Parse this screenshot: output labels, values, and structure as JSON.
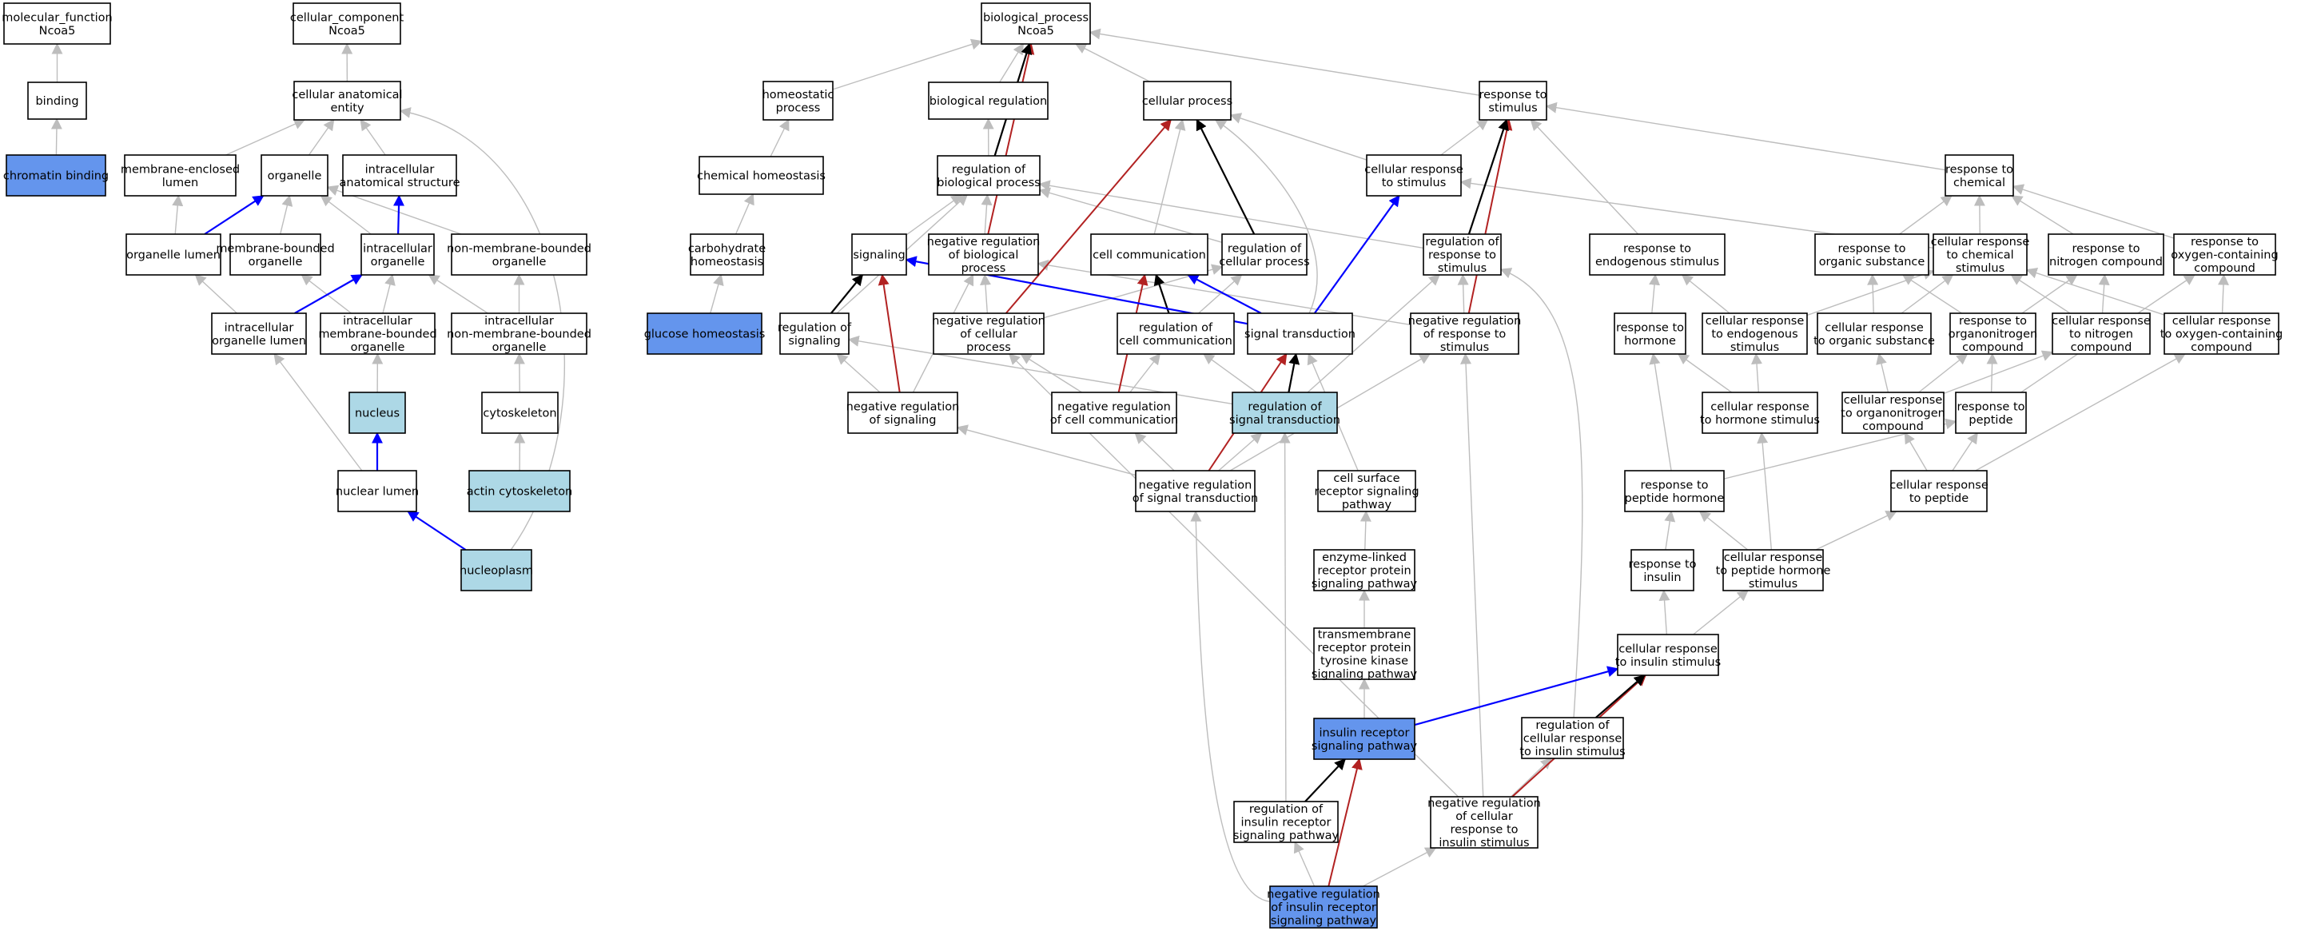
{
  "colors": {
    "node_default": "#ffffff",
    "node_light": "#add8e6",
    "node_dark": "#6495ed",
    "edge_gray": "#bdbdbd",
    "edge_black": "#000000",
    "edge_blue": "#0000ff",
    "edge_red": "#b22222"
  },
  "nodes": [
    {
      "id": "mf",
      "lines": [
        "molecular_function",
        "Ncoa5"
      ],
      "fill": "default"
    },
    {
      "id": "binding",
      "lines": [
        "binding"
      ],
      "fill": "default"
    },
    {
      "id": "chromatin_binding",
      "lines": [
        "chromatin binding"
      ],
      "fill": "dark"
    },
    {
      "id": "cc",
      "lines": [
        "cellular_component",
        "Ncoa5"
      ],
      "fill": "default"
    },
    {
      "id": "cae",
      "lines": [
        "cellular anatomical",
        "entity"
      ],
      "fill": "default"
    },
    {
      "id": "mel",
      "lines": [
        "membrane-enclosed",
        "lumen"
      ],
      "fill": "default"
    },
    {
      "id": "organelle",
      "lines": [
        "organelle"
      ],
      "fill": "default"
    },
    {
      "id": "ias",
      "lines": [
        "intracellular",
        "anatomical structure"
      ],
      "fill": "default"
    },
    {
      "id": "org_lumen",
      "lines": [
        "organelle lumen"
      ],
      "fill": "default"
    },
    {
      "id": "mbo",
      "lines": [
        "membrane-bounded",
        "organelle"
      ],
      "fill": "default"
    },
    {
      "id": "io",
      "lines": [
        "intracellular",
        "organelle"
      ],
      "fill": "default"
    },
    {
      "id": "nmbo",
      "lines": [
        "non-membrane-bounded",
        "organelle"
      ],
      "fill": "default"
    },
    {
      "id": "iol",
      "lines": [
        "intracellular",
        "organelle lumen"
      ],
      "fill": "default"
    },
    {
      "id": "imbo",
      "lines": [
        "intracellular",
        "membrane-bounded",
        "organelle"
      ],
      "fill": "default"
    },
    {
      "id": "inmbo",
      "lines": [
        "intracellular",
        "non-membrane-bounded",
        "organelle"
      ],
      "fill": "default"
    },
    {
      "id": "nucleus",
      "lines": [
        "nucleus"
      ],
      "fill": "light"
    },
    {
      "id": "cytoskeleton",
      "lines": [
        "cytoskeleton"
      ],
      "fill": "default"
    },
    {
      "id": "nuclear_lumen",
      "lines": [
        "nuclear lumen"
      ],
      "fill": "default"
    },
    {
      "id": "actin_cyto",
      "lines": [
        "actin cytoskeleton"
      ],
      "fill": "light"
    },
    {
      "id": "nucleoplasm",
      "lines": [
        "nucleoplasm"
      ],
      "fill": "light"
    },
    {
      "id": "bp",
      "lines": [
        "biological_process",
        "Ncoa5"
      ],
      "fill": "default"
    },
    {
      "id": "homeostatic",
      "lines": [
        "homeostatic",
        "process"
      ],
      "fill": "default"
    },
    {
      "id": "bio_reg",
      "lines": [
        "biological regulation"
      ],
      "fill": "default"
    },
    {
      "id": "cell_proc",
      "lines": [
        "cellular process"
      ],
      "fill": "default"
    },
    {
      "id": "resp_stim",
      "lines": [
        "response to",
        "stimulus"
      ],
      "fill": "default"
    },
    {
      "id": "chem_homeo",
      "lines": [
        "chemical homeostasis"
      ],
      "fill": "default"
    },
    {
      "id": "reg_bp",
      "lines": [
        "regulation of",
        "biological process"
      ],
      "fill": "default"
    },
    {
      "id": "cell_resp_stim",
      "lines": [
        "cellular response",
        "to stimulus"
      ],
      "fill": "default"
    },
    {
      "id": "resp_chem",
      "lines": [
        "response to",
        "chemical"
      ],
      "fill": "default"
    },
    {
      "id": "carb_homeo",
      "lines": [
        "carbohydrate",
        "homeostasis"
      ],
      "fill": "default"
    },
    {
      "id": "signaling",
      "lines": [
        "signaling"
      ],
      "fill": "default"
    },
    {
      "id": "neg_reg_bp",
      "lines": [
        "negative regulation",
        "of biological",
        "process"
      ],
      "fill": "default"
    },
    {
      "id": "cell_comm",
      "lines": [
        "cell communication"
      ],
      "fill": "default"
    },
    {
      "id": "reg_cp",
      "lines": [
        "regulation of",
        "cellular process"
      ],
      "fill": "default"
    },
    {
      "id": "reg_resp_stim",
      "lines": [
        "regulation of",
        "response to",
        "stimulus"
      ],
      "fill": "default"
    },
    {
      "id": "resp_endo",
      "lines": [
        "response to",
        "endogenous stimulus"
      ],
      "fill": "default"
    },
    {
      "id": "resp_org",
      "lines": [
        "response to",
        "organic substance"
      ],
      "fill": "default"
    },
    {
      "id": "cell_resp_chem",
      "lines": [
        "cellular response",
        "to chemical",
        "stimulus"
      ],
      "fill": "default"
    },
    {
      "id": "resp_nitro",
      "lines": [
        "response to",
        "nitrogen compound"
      ],
      "fill": "default"
    },
    {
      "id": "resp_oxy",
      "lines": [
        "response to",
        "oxygen-containing",
        "compound"
      ],
      "fill": "default"
    },
    {
      "id": "glucose_homeo",
      "lines": [
        "glucose homeostasis"
      ],
      "fill": "dark"
    },
    {
      "id": "reg_signaling",
      "lines": [
        "regulation of",
        "signaling"
      ],
      "fill": "default"
    },
    {
      "id": "neg_reg_cp",
      "lines": [
        "negative regulation",
        "of cellular",
        "process"
      ],
      "fill": "default"
    },
    {
      "id": "reg_cell_comm",
      "lines": [
        "regulation of",
        "cell communication"
      ],
      "fill": "default"
    },
    {
      "id": "sig_trans",
      "lines": [
        "signal transduction"
      ],
      "fill": "default"
    },
    {
      "id": "neg_reg_resp_stim",
      "lines": [
        "negative regulation",
        "of response to",
        "stimulus"
      ],
      "fill": "default"
    },
    {
      "id": "resp_hormone",
      "lines": [
        "response to",
        "hormone"
      ],
      "fill": "default"
    },
    {
      "id": "cell_resp_endo",
      "lines": [
        "cellular response",
        "to endogenous",
        "stimulus"
      ],
      "fill": "default"
    },
    {
      "id": "cell_resp_org",
      "lines": [
        "cellular response",
        "to organic substance"
      ],
      "fill": "default"
    },
    {
      "id": "resp_organonitro",
      "lines": [
        "response to",
        "organonitrogen",
        "compound"
      ],
      "fill": "default"
    },
    {
      "id": "cell_resp_nitro",
      "lines": [
        "cellular response",
        "to nitrogen",
        "compound"
      ],
      "fill": "default"
    },
    {
      "id": "cell_resp_oxy",
      "lines": [
        "cellular response",
        "to oxygen-containing",
        "compound"
      ],
      "fill": "default"
    },
    {
      "id": "neg_reg_signaling",
      "lines": [
        "negative regulation",
        "of signaling"
      ],
      "fill": "default"
    },
    {
      "id": "neg_reg_cell_comm",
      "lines": [
        "negative regulation",
        "of cell communication"
      ],
      "fill": "default"
    },
    {
      "id": "reg_sig_trans",
      "lines": [
        "regulation of",
        "signal transduction"
      ],
      "fill": "light"
    },
    {
      "id": "cell_resp_hormone",
      "lines": [
        "cellular response",
        "to hormone stimulus"
      ],
      "fill": "default"
    },
    {
      "id": "cell_resp_organonitro",
      "lines": [
        "cellular response",
        "to organonitrogen",
        "compound"
      ],
      "fill": "default"
    },
    {
      "id": "resp_peptide",
      "lines": [
        "response to",
        "peptide"
      ],
      "fill": "default"
    },
    {
      "id": "neg_reg_sig_trans",
      "lines": [
        "negative regulation",
        "of signal transduction"
      ],
      "fill": "default"
    },
    {
      "id": "csrsp",
      "lines": [
        "cell surface",
        "receptor signaling",
        "pathway"
      ],
      "fill": "default"
    },
    {
      "id": "resp_pep_hormone",
      "lines": [
        "response to",
        "peptide hormone"
      ],
      "fill": "default"
    },
    {
      "id": "cell_resp_peptide",
      "lines": [
        "cellular response",
        "to peptide"
      ],
      "fill": "default"
    },
    {
      "id": "elrpsp",
      "lines": [
        "enzyme-linked",
        "receptor protein",
        "signaling pathway"
      ],
      "fill": "default"
    },
    {
      "id": "resp_insulin",
      "lines": [
        "response to",
        "insulin"
      ],
      "fill": "default"
    },
    {
      "id": "cell_resp_pep_hormone",
      "lines": [
        "cellular response",
        "to peptide hormone",
        "stimulus"
      ],
      "fill": "default"
    },
    {
      "id": "trptksp",
      "lines": [
        "transmembrane",
        "receptor protein",
        "tyrosine kinase",
        "signaling pathway"
      ],
      "fill": "default"
    },
    {
      "id": "cell_resp_insulin",
      "lines": [
        "cellular response",
        "to insulin stimulus"
      ],
      "fill": "default"
    },
    {
      "id": "irsp",
      "lines": [
        "insulin receptor",
        "signaling pathway"
      ],
      "fill": "dark"
    },
    {
      "id": "reg_cell_resp_insulin",
      "lines": [
        "regulation of",
        "cellular response",
        "to insulin stimulus"
      ],
      "fill": "default"
    },
    {
      "id": "reg_irsp",
      "lines": [
        "regulation of",
        "insulin receptor",
        "signaling pathway"
      ],
      "fill": "default"
    },
    {
      "id": "neg_reg_cell_resp_insulin",
      "lines": [
        "negative regulation",
        "of cellular",
        "response to",
        "insulin stimulus"
      ],
      "fill": "default"
    },
    {
      "id": "neg_reg_irsp",
      "lines": [
        "negative regulation",
        "of insulin receptor",
        "signaling pathway"
      ],
      "fill": "dark"
    }
  ],
  "edges": [
    [
      "binding",
      "mf",
      "gray"
    ],
    [
      "chromatin_binding",
      "binding",
      "gray"
    ],
    [
      "cae",
      "cc",
      "gray"
    ],
    [
      "mel",
      "cae",
      "gray"
    ],
    [
      "organelle",
      "cae",
      "gray"
    ],
    [
      "ias",
      "cae",
      "gray"
    ],
    [
      "org_lumen",
      "mel",
      "gray"
    ],
    [
      "org_lumen",
      "organelle",
      "blue"
    ],
    [
      "mbo",
      "organelle",
      "gray"
    ],
    [
      "io",
      "organelle",
      "gray"
    ],
    [
      "io",
      "ias",
      "blue"
    ],
    [
      "nmbo",
      "organelle",
      "gray"
    ],
    [
      "iol",
      "org_lumen",
      "gray"
    ],
    [
      "iol",
      "io",
      "blue"
    ],
    [
      "imbo",
      "mbo",
      "gray"
    ],
    [
      "imbo",
      "io",
      "gray"
    ],
    [
      "inmbo",
      "io",
      "gray"
    ],
    [
      "inmbo",
      "nmbo",
      "gray"
    ],
    [
      "nucleus",
      "imbo",
      "gray"
    ],
    [
      "cytoskeleton",
      "inmbo",
      "gray"
    ],
    [
      "nuclear_lumen",
      "nucleus",
      "blue"
    ],
    [
      "nuclear_lumen",
      "iol",
      "gray"
    ],
    [
      "actin_cyto",
      "cytoskeleton",
      "gray"
    ],
    [
      "nucleoplasm",
      "nuclear_lumen",
      "blue"
    ],
    [
      "nucleoplasm",
      "cae",
      "gray"
    ],
    [
      "homeostatic",
      "bp",
      "gray"
    ],
    [
      "bio_reg",
      "bp",
      "gray"
    ],
    [
      "cell_proc",
      "bp",
      "gray"
    ],
    [
      "resp_stim",
      "bp",
      "gray"
    ],
    [
      "chem_homeo",
      "homeostatic",
      "gray"
    ],
    [
      "carb_homeo",
      "chem_homeo",
      "gray"
    ],
    [
      "glucose_homeo",
      "carb_homeo",
      "gray"
    ],
    [
      "reg_bp",
      "bio_reg",
      "gray"
    ],
    [
      "reg_bp",
      "bp",
      "black"
    ],
    [
      "cell_resp_stim",
      "resp_stim",
      "gray"
    ],
    [
      "cell_resp_stim",
      "cell_proc",
      "gray"
    ],
    [
      "resp_chem",
      "resp_stim",
      "gray"
    ],
    [
      "signaling",
      "reg_bp",
      "gray"
    ],
    [
      "neg_reg_bp",
      "reg_bp",
      "gray"
    ],
    [
      "neg_reg_bp",
      "bp",
      "red"
    ],
    [
      "cell_comm",
      "cell_proc",
      "gray"
    ],
    [
      "reg_cp",
      "cell_proc",
      "black"
    ],
    [
      "reg_cp",
      "reg_bp",
      "gray"
    ],
    [
      "reg_resp_stim",
      "reg_bp",
      "gray"
    ],
    [
      "reg_resp_stim",
      "resp_stim",
      "black"
    ],
    [
      "resp_endo",
      "resp_stim",
      "gray"
    ],
    [
      "resp_org",
      "resp_chem",
      "gray"
    ],
    [
      "cell_resp_chem",
      "resp_chem",
      "gray"
    ],
    [
      "cell_resp_chem",
      "cell_resp_stim",
      "gray"
    ],
    [
      "resp_nitro",
      "resp_chem",
      "gray"
    ],
    [
      "resp_oxy",
      "resp_chem",
      "gray"
    ],
    [
      "reg_signaling",
      "signaling",
      "black"
    ],
    [
      "reg_signaling",
      "reg_bp",
      "gray"
    ],
    [
      "neg_reg_cp",
      "reg_cp",
      "gray"
    ],
    [
      "neg_reg_cp",
      "neg_reg_bp",
      "gray"
    ],
    [
      "neg_reg_cp",
      "cell_proc",
      "red"
    ],
    [
      "reg_cell_comm",
      "cell_comm",
      "black"
    ],
    [
      "reg_cell_comm",
      "reg_cp",
      "gray"
    ],
    [
      "sig_trans",
      "signaling",
      "blue"
    ],
    [
      "sig_trans",
      "cell_comm",
      "blue"
    ],
    [
      "sig_trans",
      "cell_resp_stim",
      "blue"
    ],
    [
      "sig_trans",
      "cell_proc",
      "gray"
    ],
    [
      "neg_reg_resp_stim",
      "reg_resp_stim",
      "gray"
    ],
    [
      "neg_reg_resp_stim",
      "resp_stim",
      "red"
    ],
    [
      "neg_reg_resp_stim",
      "neg_reg_bp",
      "gray"
    ],
    [
      "resp_hormone",
      "resp_endo",
      "gray"
    ],
    [
      "cell_resp_endo",
      "resp_endo",
      "gray"
    ],
    [
      "cell_resp_endo",
      "cell_resp_chem",
      "gray"
    ],
    [
      "cell_resp_org",
      "resp_org",
      "gray"
    ],
    [
      "cell_resp_org",
      "cell_resp_chem",
      "gray"
    ],
    [
      "resp_organonitro",
      "resp_nitro",
      "gray"
    ],
    [
      "resp_organonitro",
      "resp_org",
      "gray"
    ],
    [
      "cell_resp_nitro",
      "resp_nitro",
      "gray"
    ],
    [
      "cell_resp_nitro",
      "cell_resp_chem",
      "gray"
    ],
    [
      "cell_resp_oxy",
      "resp_oxy",
      "gray"
    ],
    [
      "cell_resp_oxy",
      "cell_resp_chem",
      "gray"
    ],
    [
      "neg_reg_signaling",
      "reg_signaling",
      "gray"
    ],
    [
      "neg_reg_signaling",
      "signaling",
      "red"
    ],
    [
      "neg_reg_signaling",
      "neg_reg_bp",
      "gray"
    ],
    [
      "neg_reg_cell_comm",
      "reg_cell_comm",
      "gray"
    ],
    [
      "neg_reg_cell_comm",
      "cell_comm",
      "red"
    ],
    [
      "neg_reg_cell_comm",
      "neg_reg_cp",
      "gray"
    ],
    [
      "reg_sig_trans",
      "sig_trans",
      "black"
    ],
    [
      "reg_sig_trans",
      "reg_signaling",
      "gray"
    ],
    [
      "reg_sig_trans",
      "reg_cell_comm",
      "gray"
    ],
    [
      "reg_sig_trans",
      "reg_resp_stim",
      "gray"
    ],
    [
      "cell_resp_hormone",
      "resp_hormone",
      "gray"
    ],
    [
      "cell_resp_hormone",
      "cell_resp_endo",
      "gray"
    ],
    [
      "cell_resp_organonitro",
      "resp_organonitro",
      "gray"
    ],
    [
      "cell_resp_organonitro",
      "cell_resp_org",
      "gray"
    ],
    [
      "cell_resp_organonitro",
      "cell_resp_nitro",
      "gray"
    ],
    [
      "resp_peptide",
      "resp_organonitro",
      "gray"
    ],
    [
      "resp_peptide",
      "resp_oxy",
      "gray"
    ],
    [
      "neg_reg_sig_trans",
      "reg_sig_trans",
      "gray"
    ],
    [
      "neg_reg_sig_trans",
      "sig_trans",
      "red"
    ],
    [
      "neg_reg_sig_trans",
      "neg_reg_signaling",
      "gray"
    ],
    [
      "neg_reg_sig_trans",
      "neg_reg_cell_comm",
      "gray"
    ],
    [
      "neg_reg_sig_trans",
      "neg_reg_resp_stim",
      "gray"
    ],
    [
      "csrsp",
      "sig_trans",
      "gray"
    ],
    [
      "resp_pep_hormone",
      "resp_hormone",
      "gray"
    ],
    [
      "resp_pep_hormone",
      "resp_peptide",
      "gray"
    ],
    [
      "cell_resp_peptide",
      "resp_peptide",
      "gray"
    ],
    [
      "cell_resp_peptide",
      "cell_resp_organonitro",
      "gray"
    ],
    [
      "cell_resp_peptide",
      "cell_resp_oxy",
      "gray"
    ],
    [
      "elrpsp",
      "csrsp",
      "gray"
    ],
    [
      "resp_insulin",
      "resp_pep_hormone",
      "gray"
    ],
    [
      "cell_resp_pep_hormone",
      "resp_pep_hormone",
      "gray"
    ],
    [
      "cell_resp_pep_hormone",
      "cell_resp_hormone",
      "gray"
    ],
    [
      "cell_resp_pep_hormone",
      "cell_resp_peptide",
      "gray"
    ],
    [
      "trptksp",
      "elrpsp",
      "gray"
    ],
    [
      "cell_resp_insulin",
      "resp_insulin",
      "gray"
    ],
    [
      "cell_resp_insulin",
      "cell_resp_pep_hormone",
      "gray"
    ],
    [
      "irsp",
      "trptksp",
      "gray"
    ],
    [
      "irsp",
      "cell_resp_insulin",
      "blue"
    ],
    [
      "reg_cell_resp_insulin",
      "cell_resp_insulin",
      "black"
    ],
    [
      "reg_cell_resp_insulin",
      "reg_resp_stim",
      "gray"
    ],
    [
      "reg_irsp",
      "irsp",
      "black"
    ],
    [
      "reg_irsp",
      "reg_sig_trans",
      "gray"
    ],
    [
      "neg_reg_cell_resp_insulin",
      "reg_cell_resp_insulin",
      "gray"
    ],
    [
      "neg_reg_cell_resp_insulin",
      "cell_resp_insulin",
      "red"
    ],
    [
      "neg_reg_cell_resp_insulin",
      "neg_reg_resp_stim",
      "gray"
    ],
    [
      "neg_reg_cell_resp_insulin",
      "neg_reg_cp",
      "gray"
    ],
    [
      "neg_reg_irsp",
      "reg_irsp",
      "gray"
    ],
    [
      "neg_reg_irsp",
      "irsp",
      "red"
    ],
    [
      "neg_reg_irsp",
      "neg_reg_sig_trans",
      "gray"
    ],
    [
      "neg_reg_irsp",
      "neg_reg_cell_resp_insulin",
      "gray"
    ]
  ]
}
